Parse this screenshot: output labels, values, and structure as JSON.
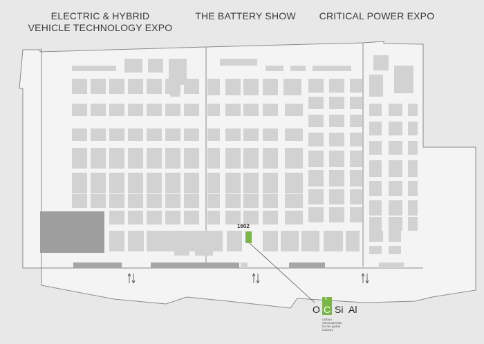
{
  "halls": [
    {
      "title": "ELECTRIC & HYBRID\nVEHICLE TECHNOLOGY EXPO"
    },
    {
      "title": "THE BATTERY SHOW"
    },
    {
      "title": "CRITICAL POWER EXPO"
    }
  ],
  "highlighted_booth": {
    "number": "1602",
    "color": "#7ab648"
  },
  "exhibitor_logo": {
    "letters": [
      "O",
      "C",
      "Si",
      "Al"
    ],
    "c_superscript": "6",
    "tagline": "carbon\nnanomaterials\nfor the global\nindustry",
    "accent": "#7ab648"
  },
  "colors": {
    "background": "#e8e8e8",
    "floor": "#f4f4f4",
    "booth": "#d2d2d2",
    "large_area": "#9e9e9e",
    "outline": "#8a8a8a"
  },
  "icons": [
    "up-down-arrows-icon"
  ]
}
